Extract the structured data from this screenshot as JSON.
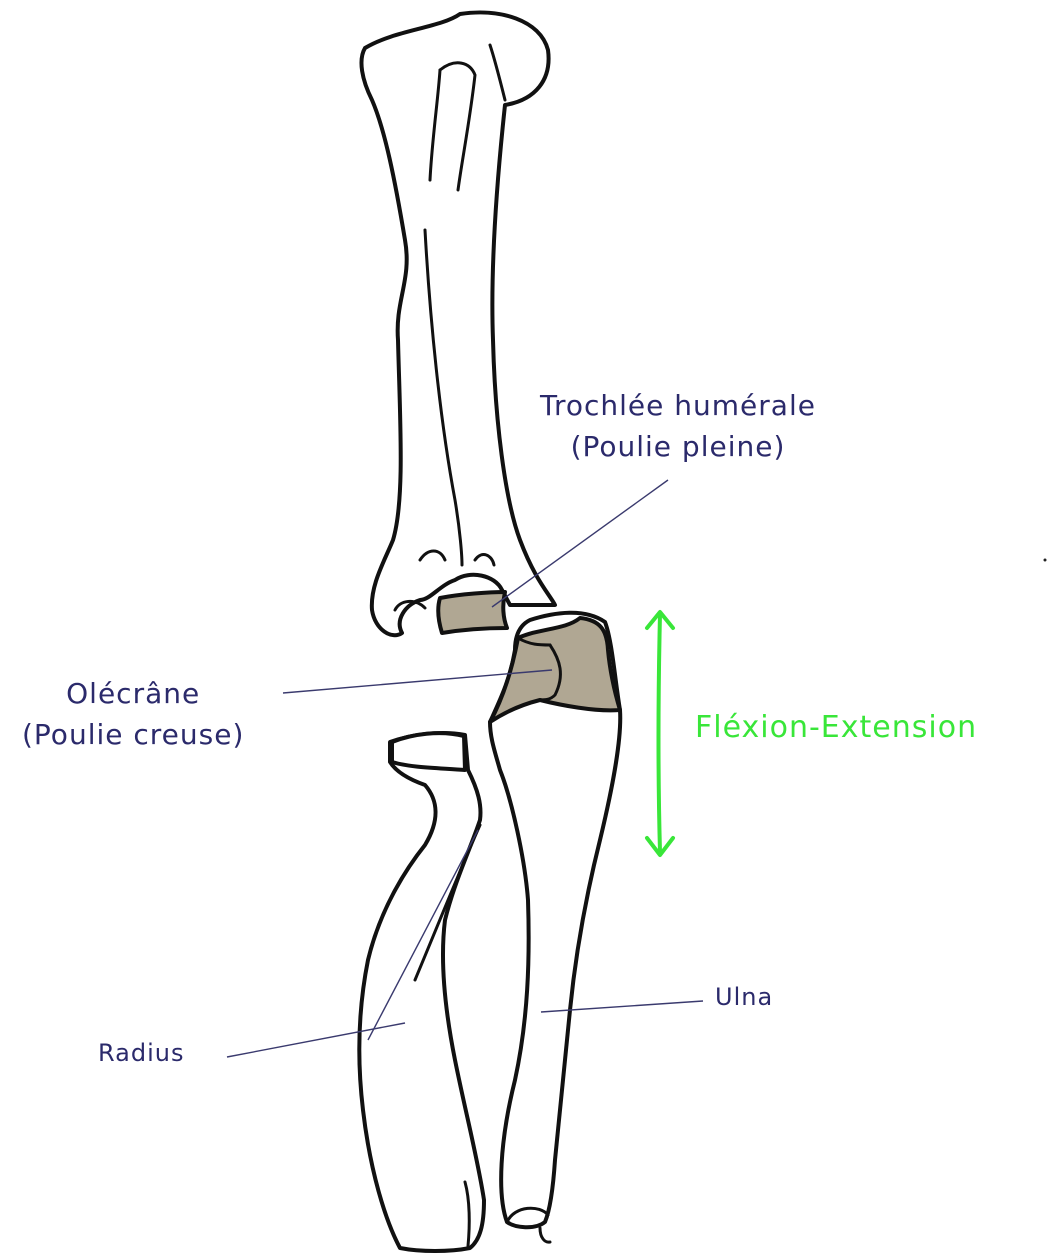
{
  "labels": {
    "trochlea": {
      "line1": "Trochlée humérale",
      "line2": "(Poulie pleine)"
    },
    "olecranon": {
      "line1": "Olécrâne",
      "line2": "(Poulie creuse)"
    },
    "motion": "Fléxion-Extension",
    "ulna": "Ulna",
    "radius": "Radius"
  },
  "colors": {
    "label_text": "#2b2a6b",
    "motion_arrow": "#39e639",
    "articular_surface": "#b0a793",
    "outline": "#111111"
  }
}
